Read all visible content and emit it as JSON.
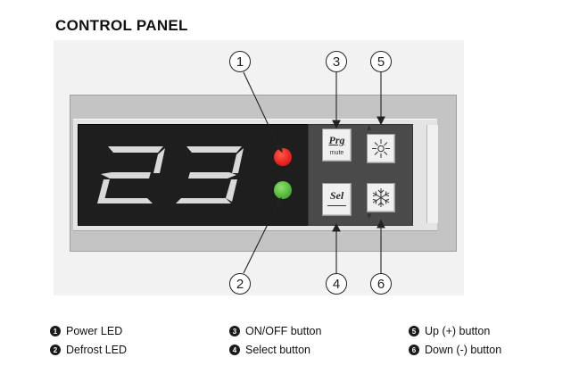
{
  "title": "CONTROL PANEL",
  "display": {
    "value": "23"
  },
  "keys": {
    "prg": {
      "label": "Prg",
      "sub": "mute"
    },
    "sel": {
      "label": "Sel"
    },
    "up_icon": "sun-icon",
    "down_icon": "snowflake-icon"
  },
  "callouts": [
    "1",
    "2",
    "3",
    "4",
    "5",
    "6"
  ],
  "legend": [
    {
      "num": "1",
      "text": "Power LED"
    },
    {
      "num": "2",
      "text": "Defrost LED"
    },
    {
      "num": "3",
      "text": "ON/OFF button"
    },
    {
      "num": "4",
      "text": "Select button"
    },
    {
      "num": "5",
      "text": "Up (+) button"
    },
    {
      "num": "6",
      "text": "Down (-) button"
    }
  ],
  "colors": {
    "led_power": "#e8201e",
    "led_defrost": "#52b53a",
    "display_bg": "#1e1e1e",
    "segment": "#d9d9d9"
  }
}
